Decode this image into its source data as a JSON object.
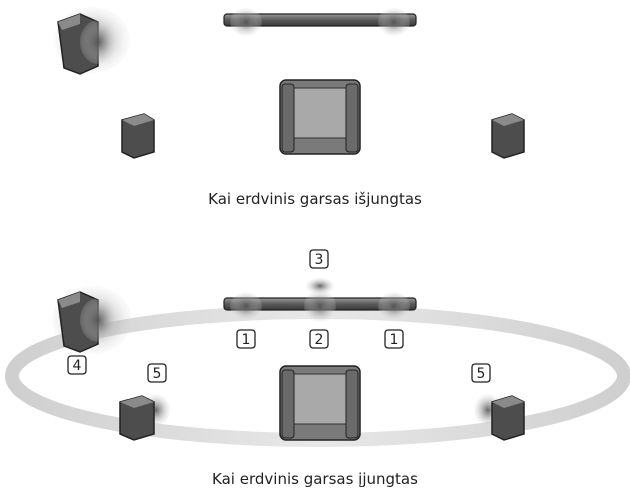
{
  "panels": [
    {
      "caption": "Kai erdvinis garsas išjungtas",
      "soundbar_channels": [],
      "surround_ring": false
    },
    {
      "caption": "Kai erdvinis garsas įjungtas",
      "surround_ring": true,
      "labels": {
        "front_left": "1",
        "center": "2",
        "top": "3",
        "subwoofer": "4",
        "rear_left": "5",
        "front_right": "1",
        "rear_right": "5"
      }
    }
  ],
  "colors": {
    "speaker_body": "#4d4d4d",
    "speaker_highlight": "#8a8a8a",
    "ring": "#d6d6d6",
    "sofa": "#7a7a7a"
  }
}
